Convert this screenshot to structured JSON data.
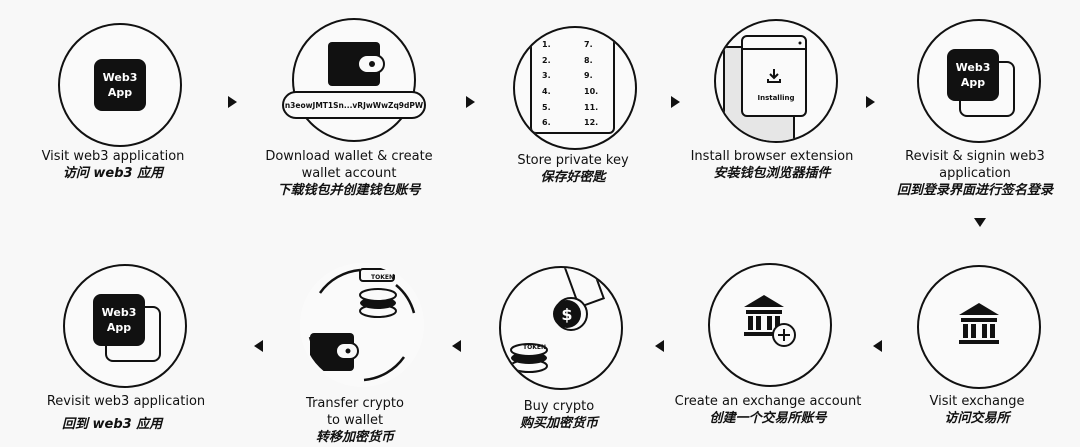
{
  "steps": [
    {
      "en": "Visit web3 application",
      "zh": "访问 web3 应用",
      "icon": "web3-app-icon",
      "app_line1": "Web3",
      "app_line2": "App"
    },
    {
      "en": "Download wallet & create wallet account",
      "zh": "下载钱包并创建钱包账号",
      "icon": "wallet-icon",
      "address": "n3eowJMT1Sn...vRJwWwZq9dPW"
    },
    {
      "en": "Store private key",
      "zh": "保存好密匙",
      "icon": "private-key-list-icon",
      "keys": [
        "1.",
        "7.",
        "2.",
        "8.",
        "3.",
        "9.",
        "4.",
        "10.",
        "5.",
        "11.",
        "6.",
        "12."
      ]
    },
    {
      "en": "Install browser extension",
      "zh": "安装钱包浏览器插件",
      "icon": "browser-install-icon",
      "status": "Installing"
    },
    {
      "en": "Revisit & signin web3 application",
      "zh": "回到登录界面进行签名登录",
      "icon": "web3-app-icon",
      "app_line1": "Web3",
      "app_line2": "App"
    },
    {
      "en": "Visit exchange",
      "zh": "访问交易所",
      "icon": "bank-icon"
    },
    {
      "en": "Create an exchange account",
      "zh": "创建一个交易所账号",
      "icon": "bank-add-icon"
    },
    {
      "en": "Buy crypto",
      "zh": "购买加密货币",
      "icon": "buy-crypto-icon",
      "token": "TOKEN"
    },
    {
      "en": "Transfer crypto to wallet",
      "zh": "转移加密货币",
      "icon": "transfer-icon",
      "token": "TOKEN"
    },
    {
      "en": "Revisit web3 application",
      "zh": "回到 web3 应用",
      "icon": "web3-app-icon",
      "app_line1": "Web3",
      "app_line2": "App"
    }
  ]
}
